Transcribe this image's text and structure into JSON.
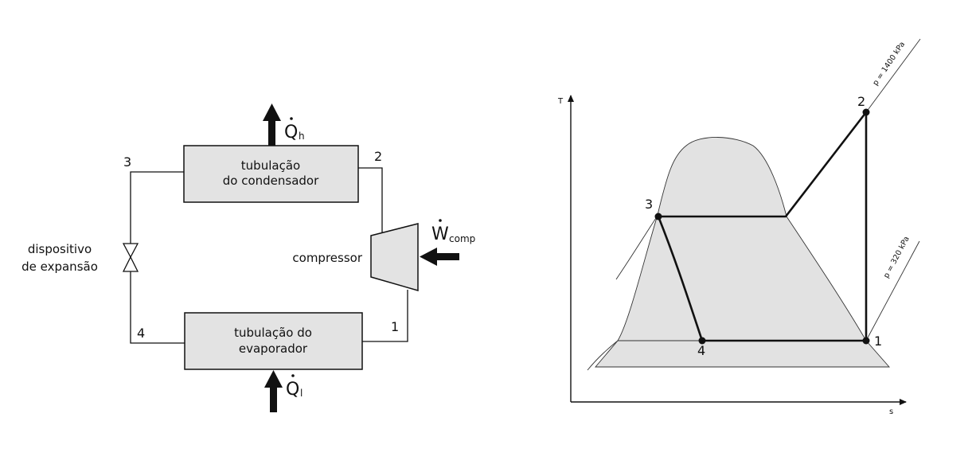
{
  "cycle": {
    "condenser_line1": "tubulação",
    "condenser_line2": "do condensador",
    "evaporator_line1": "tubulação do",
    "evaporator_line2": "evaporador",
    "expansion_line1": "dispositivo",
    "expansion_line2": "de expansão",
    "compressor_label": "compressor",
    "heat_out": {
      "symbol": "Q",
      "sub": "h"
    },
    "heat_in": {
      "symbol": "Q",
      "sub": "l"
    },
    "work_in": {
      "symbol": "W",
      "sub": "comp"
    },
    "state_numbers": [
      "1",
      "2",
      "3",
      "4"
    ]
  },
  "ts_diagram": {
    "x_axis_label": "s",
    "y_axis_label": "T",
    "isobar_high": "p = 1400 kPa",
    "isobar_low": "p = 320 kPa",
    "points": [
      "1",
      "2",
      "3",
      "4"
    ],
    "colors": {
      "dome_fill": "#e2e2e2",
      "line": "#111111"
    }
  }
}
